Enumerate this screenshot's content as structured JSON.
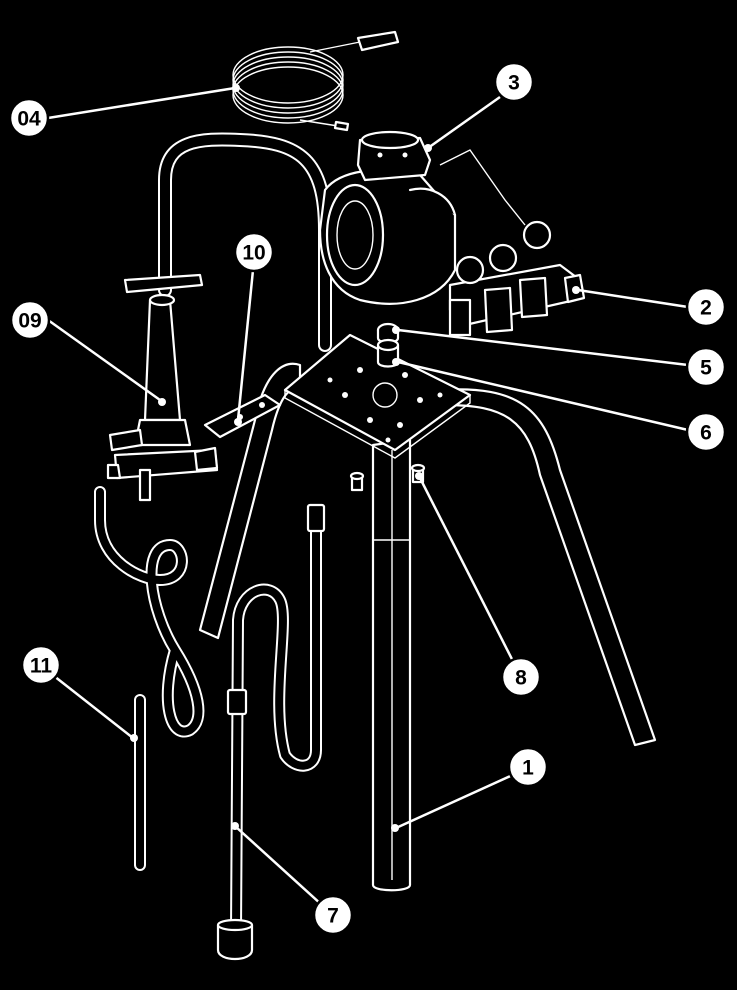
{
  "callouts": {
    "c04": "04",
    "c3": "3",
    "c09": "09",
    "c10": "10",
    "c2": "2",
    "c5": "5",
    "c6": "6",
    "c8": "8",
    "c11": "11",
    "c1": "1",
    "c7": "7"
  },
  "colors": {
    "background": "#000000",
    "line": "#ffffff"
  }
}
